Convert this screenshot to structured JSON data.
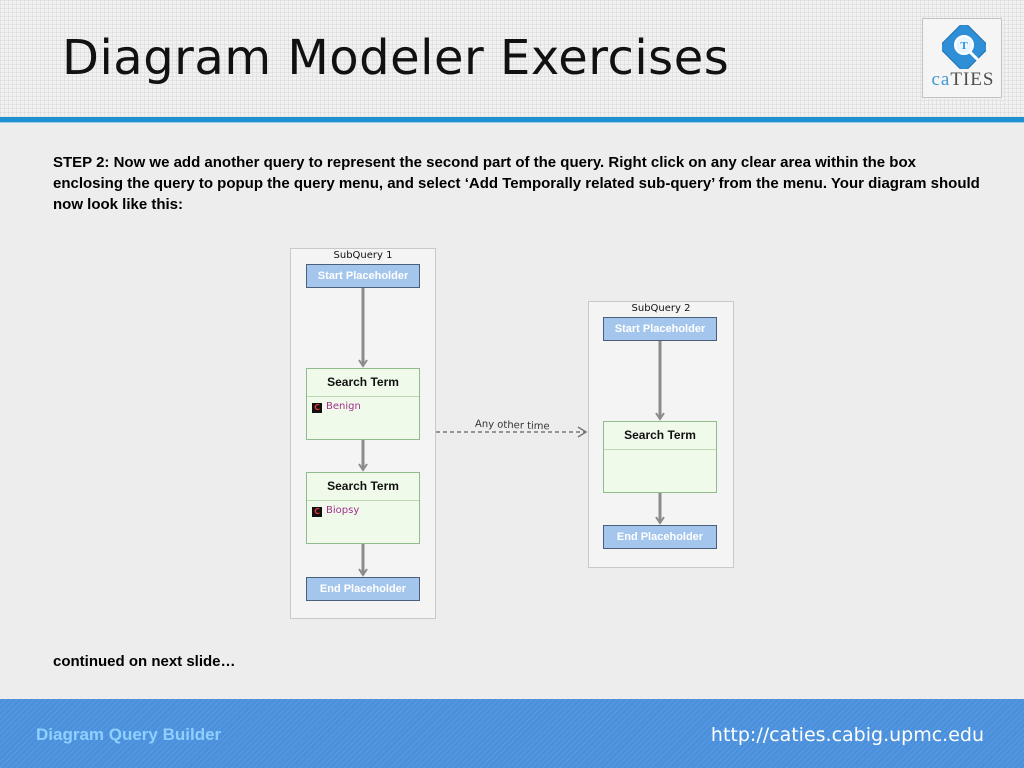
{
  "slide": {
    "title": "Diagram Modeler Exercises",
    "instructions": "STEP 2: Now we add another query to represent the second part of the query. Right click on any clear area within the box enclosing the query to popup the query menu,  and select ‘Add Temporally related sub-query’ from the menu.  Your diagram should now look like this:",
    "continued": "continued on next slide…"
  },
  "logo": {
    "prefix": "ca",
    "suffix": "TIES"
  },
  "diagram": {
    "subquery1": {
      "title": "SubQuery 1",
      "start": "Start Placeholder",
      "terms": [
        {
          "heading": "Search Term",
          "term": "Benign"
        },
        {
          "heading": "Search Term",
          "term": "Biopsy"
        }
      ],
      "end": "End Placeholder"
    },
    "relation_label": "Any other time",
    "subquery2": {
      "title": "SubQuery 2",
      "start": "Start Placeholder",
      "term_heading": "Search Term",
      "end": "End Placeholder"
    }
  },
  "footer": {
    "left": "Diagram Query Builder",
    "right": "http://caties.cabig.upmc.edu"
  },
  "colors": {
    "accent_rule": "#1e8fd0",
    "footer_bg": "#4a90dc",
    "placeholder_fill": "#a5c6ec",
    "search_term_fill": "#effaea",
    "term_text": "#a52f8e"
  },
  "icons": [
    "caties-logo-icon",
    "concept-icon",
    "flow-arrow-icon"
  ]
}
